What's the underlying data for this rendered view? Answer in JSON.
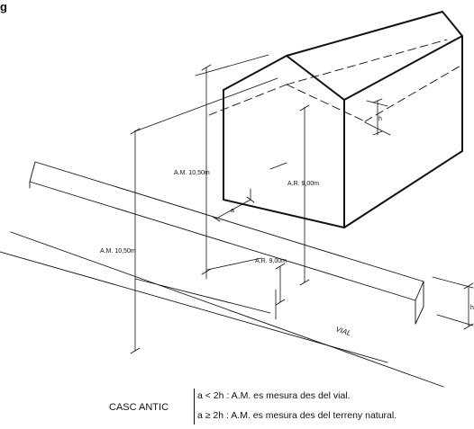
{
  "figure": {
    "title_fragment": "g"
  },
  "dimensions": {
    "am_upper": "A.M. 10,50m",
    "ar_upper": "A.R. 9,00m",
    "am_lower": "A.M. 10,50m",
    "ar_lower": "A.R. 9,00m",
    "a_label": "a",
    "h_building": "h",
    "h_road": "h"
  },
  "road_label": "VIAL",
  "legend": {
    "title": "CASC ANTIC",
    "rule_1": "a < 2h : A.M. es mesura des del vial.",
    "rule_2": "a ≥ 2h : A.M. es mesura des del terreny natural."
  }
}
